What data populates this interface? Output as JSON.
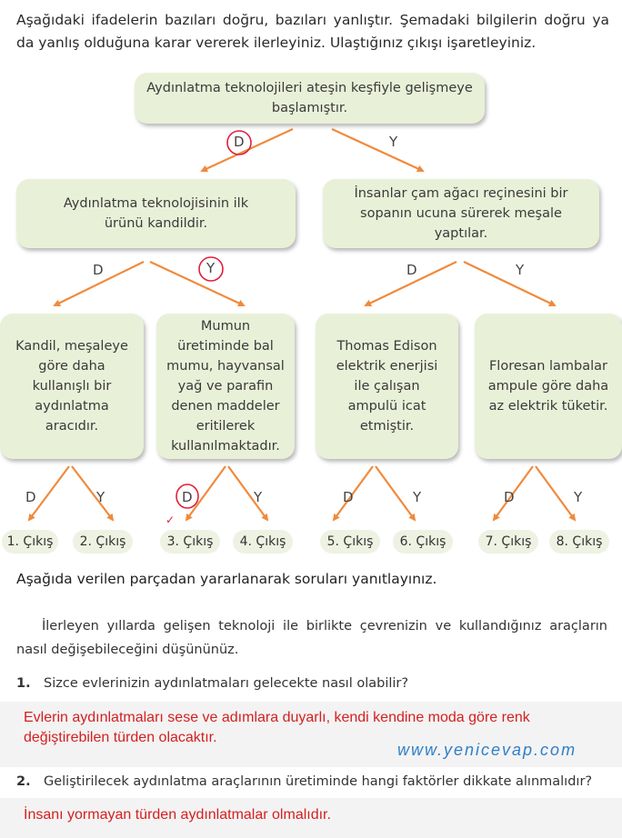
{
  "intro": "Aşağıdaki ifadelerin bazıları doğru, bazıları yanlıştır. Şemadaki bilgilerin doğru ya da yanlış olduğuna karar vererek ilerleyiniz. Ulaştığınız çıkışı işaretleyiniz.",
  "tree": {
    "root": "Aydınlatma teknolojileri ateşin keşfiyle gelişmeye başlamıştır.",
    "level1": [
      "Aydınlatma teknolojisinin ilk ürünü kandildir.",
      "İnsanlar çam ağacı reçinesini bir sopanın ucuna sürerek meşale yaptılar."
    ],
    "level2": [
      "Kandil, meşaleye göre daha kullanışlı bir aydınlatma aracıdır.",
      "Mumun üretiminde bal mumu, hayvansal yağ ve parafin denen maddeler eritilerek kullanılmaktadır.",
      "Thomas Edison elektrik enerjisi ile çalışan ampulü icat etmiştir.",
      "Floresan lambalar ampule göre daha az elektrik tüketir."
    ],
    "d": "D",
    "y": "Y",
    "exits": [
      "1. Çıkış",
      "2. Çıkış",
      "3. Çıkış",
      "4. Çıkış",
      "5. Çıkış",
      "6. Çıkış",
      "7. Çıkış",
      "8. Çıkış"
    ],
    "check_mark": "✓",
    "line_color": "#f08a3c",
    "mark_color": "#e0203a"
  },
  "section_heading": "Aşağıda verilen parçadan yararlanarak soruları yanıtlayınız.",
  "paragraph": "İlerleyen yıllarda gelişen teknoloji ile birlikte çevrenizin ve kullandığınız araçların nasıl değişebileceğini düşününüz.",
  "questions": [
    {
      "num": "1.",
      "text": "Sizce evlerinizin aydınlatmaları gelecekte nasıl olabilir?",
      "answer": "Evlerin aydınlatmaları sese ve adımlara duyarlı, kendi kendine moda göre renk değiştirebilen türden olacaktır."
    },
    {
      "num": "2.",
      "text": "Geliştirilecek aydınlatma araçlarının üretiminde hangi faktörler dikkate alınmalıdır?",
      "answer": "İnsanı yormayan türden aydınlatmalar olmalıdır."
    }
  ],
  "watermark": "www.yenicevap.com"
}
